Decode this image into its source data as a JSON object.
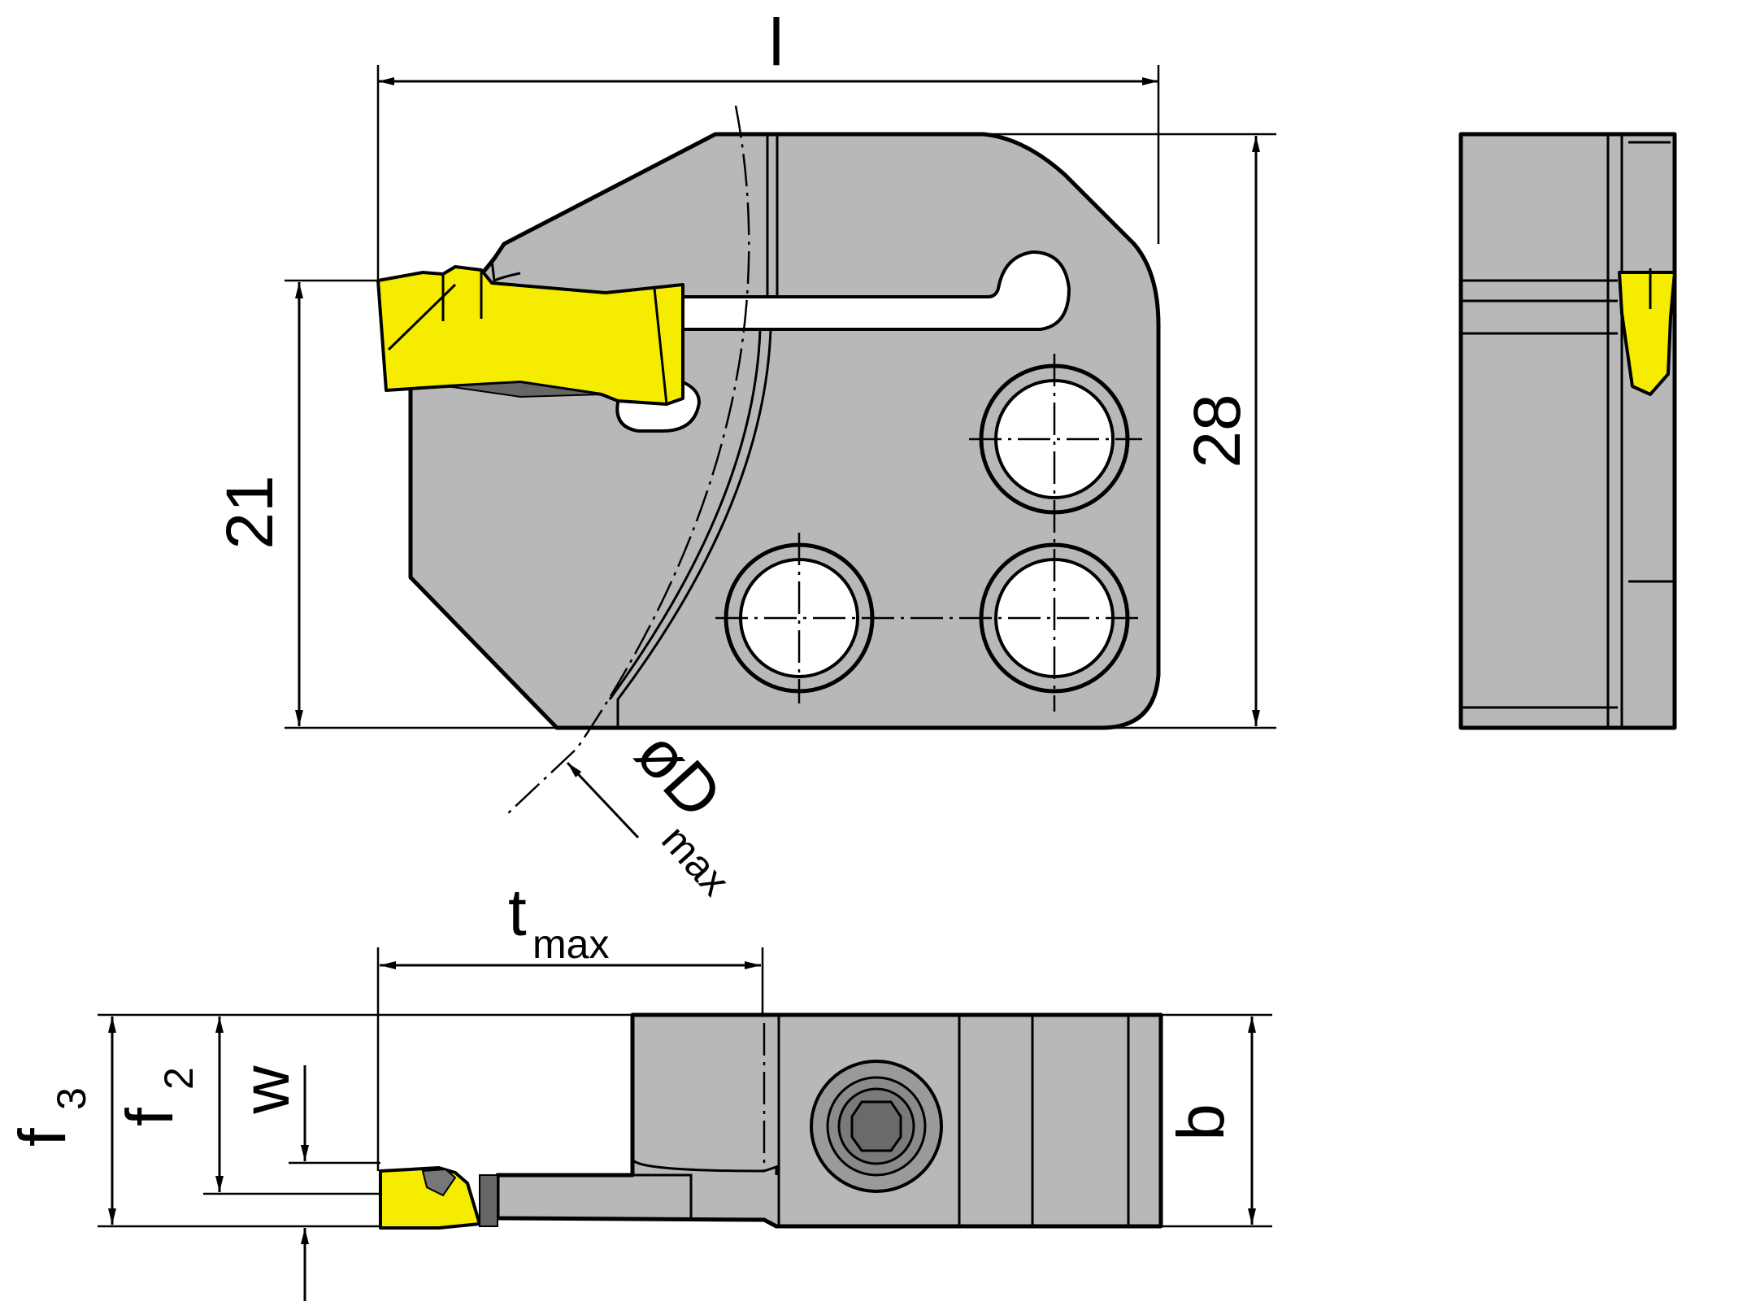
{
  "labels": {
    "length": "l",
    "height_28": "28",
    "height_21": "21",
    "diameter_main": "øD",
    "diameter_sub": "max",
    "depth_main": "t",
    "depth_sub": "max",
    "width_b": "b",
    "width_w": "w",
    "f2_main": "f",
    "f2_sub": "2",
    "f3_main": "f",
    "f3_sub": "3"
  },
  "colors": {
    "body": "#b8b8b8",
    "insert": "#f5ec00",
    "line": "#000000"
  }
}
